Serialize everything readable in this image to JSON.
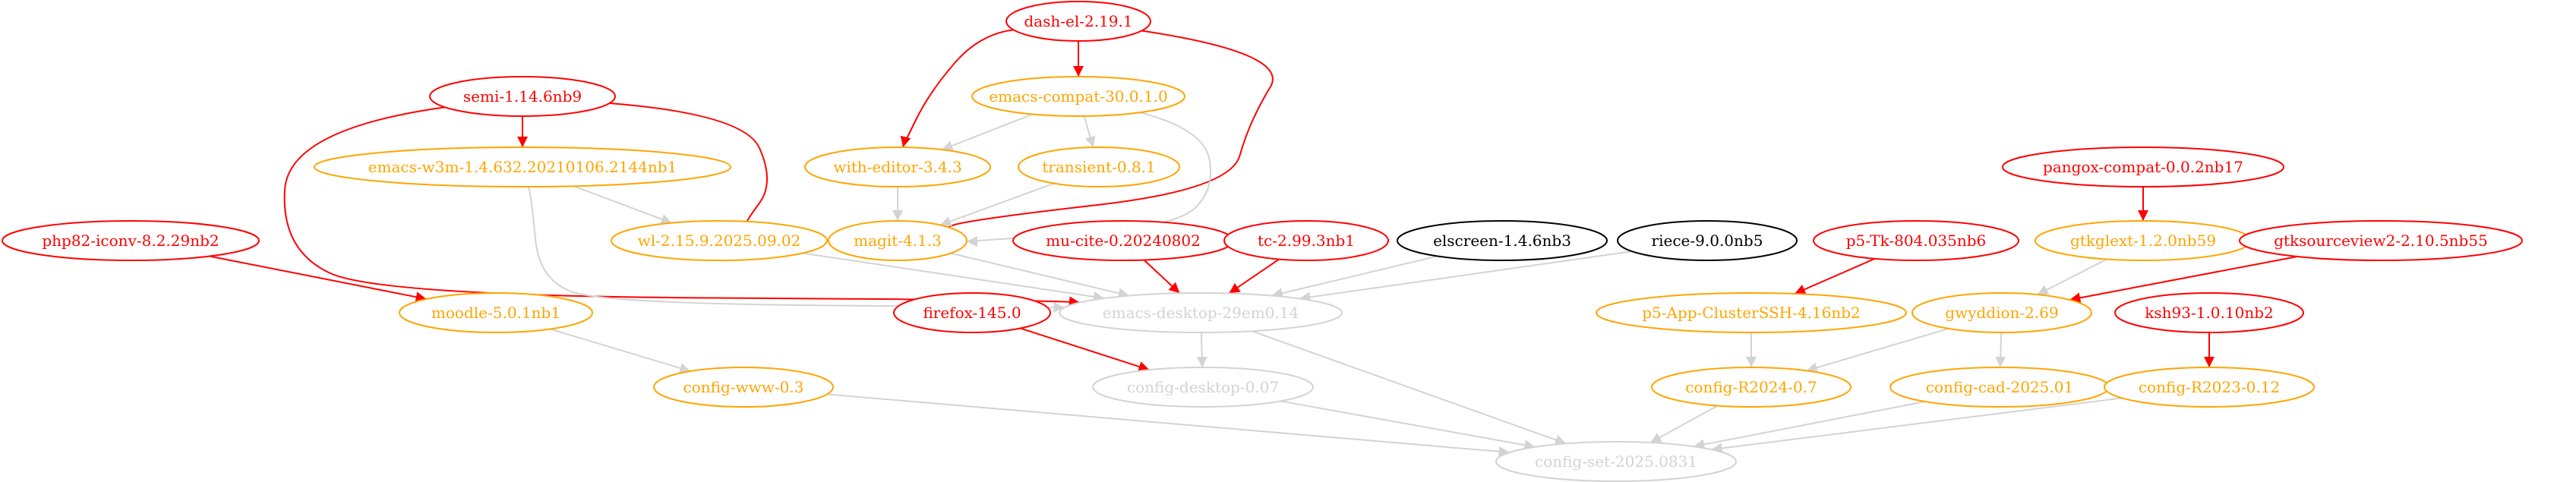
{
  "colors": {
    "red": "#ff0000",
    "orange": "#ffa500",
    "gray": "#d3d3d3",
    "black": "#000000"
  },
  "nodes": [
    {
      "id": "dash-el",
      "label": "dash-el-2.19.1",
      "color": "red"
    },
    {
      "id": "emacs-compat",
      "label": "emacs-compat-30.0.1.0",
      "color": "orange"
    },
    {
      "id": "semi",
      "label": "semi-1.14.6nb9",
      "color": "red"
    },
    {
      "id": "emacs-w3m",
      "label": "emacs-w3m-1.4.632.20210106.2144nb1",
      "color": "orange"
    },
    {
      "id": "with-editor",
      "label": "with-editor-3.4.3",
      "color": "orange"
    },
    {
      "id": "transient",
      "label": "transient-0.8.1",
      "color": "orange"
    },
    {
      "id": "pangox-compat",
      "label": "pangox-compat-0.0.2nb17",
      "color": "red"
    },
    {
      "id": "php82-iconv",
      "label": "php82-iconv-8.2.29nb2",
      "color": "red"
    },
    {
      "id": "wl",
      "label": "wl-2.15.9.2025.09.02",
      "color": "orange"
    },
    {
      "id": "magit",
      "label": "magit-4.1.3",
      "color": "orange"
    },
    {
      "id": "mu-cite",
      "label": "mu-cite-0.20240802",
      "color": "red"
    },
    {
      "id": "tc",
      "label": "tc-2.99.3nb1",
      "color": "red"
    },
    {
      "id": "elscreen",
      "label": "elscreen-1.4.6nb3",
      "color": "black"
    },
    {
      "id": "riece",
      "label": "riece-9.0.0nb5",
      "color": "black"
    },
    {
      "id": "p5-tk",
      "label": "p5-Tk-804.035nb6",
      "color": "red"
    },
    {
      "id": "gtkglext",
      "label": "gtkglext-1.2.0nb59",
      "color": "orange"
    },
    {
      "id": "gtksourceview2",
      "label": "gtksourceview2-2.10.5nb55",
      "color": "red"
    },
    {
      "id": "moodle",
      "label": "moodle-5.0.1nb1",
      "color": "orange"
    },
    {
      "id": "firefox",
      "label": "firefox-145.0",
      "color": "red"
    },
    {
      "id": "emacs-desktop",
      "label": "emacs-desktop-29em0.14",
      "color": "gray"
    },
    {
      "id": "p5-app-clusterssh",
      "label": "p5-App-ClusterSSH-4.16nb2",
      "color": "orange"
    },
    {
      "id": "gwyddion",
      "label": "gwyddion-2.69",
      "color": "orange"
    },
    {
      "id": "ksh93",
      "label": "ksh93-1.0.10nb2",
      "color": "red"
    },
    {
      "id": "config-www",
      "label": "config-www-0.3",
      "color": "orange"
    },
    {
      "id": "config-desktop",
      "label": "config-desktop-0.07",
      "color": "gray"
    },
    {
      "id": "config-r2024",
      "label": "config-R2024-0.7",
      "color": "orange"
    },
    {
      "id": "config-cad",
      "label": "config-cad-2025.01",
      "color": "orange"
    },
    {
      "id": "config-r2023",
      "label": "config-R2023-0.12",
      "color": "orange"
    },
    {
      "id": "config-set",
      "label": "config-set-2025.0831",
      "color": "gray"
    }
  ],
  "edges": [
    {
      "from": "dash-el",
      "to": "emacs-compat",
      "color": "red"
    },
    {
      "from": "dash-el",
      "to": "with-editor",
      "color": "red"
    },
    {
      "from": "dash-el",
      "to": "magit",
      "color": "red"
    },
    {
      "from": "emacs-compat",
      "to": "with-editor",
      "color": "gray"
    },
    {
      "from": "emacs-compat",
      "to": "transient",
      "color": "gray"
    },
    {
      "from": "emacs-compat",
      "to": "magit",
      "color": "gray"
    },
    {
      "from": "semi",
      "to": "emacs-w3m",
      "color": "red"
    },
    {
      "from": "semi",
      "to": "wl",
      "color": "red"
    },
    {
      "from": "semi",
      "to": "emacs-desktop",
      "color": "red"
    },
    {
      "from": "emacs-w3m",
      "to": "wl",
      "color": "gray"
    },
    {
      "from": "emacs-w3m",
      "to": "emacs-desktop",
      "color": "gray"
    },
    {
      "from": "with-editor",
      "to": "magit",
      "color": "gray"
    },
    {
      "from": "transient",
      "to": "magit",
      "color": "gray"
    },
    {
      "from": "wl",
      "to": "emacs-desktop",
      "color": "gray"
    },
    {
      "from": "magit",
      "to": "emacs-desktop",
      "color": "gray"
    },
    {
      "from": "mu-cite",
      "to": "emacs-desktop",
      "color": "red"
    },
    {
      "from": "tc",
      "to": "emacs-desktop",
      "color": "red"
    },
    {
      "from": "elscreen",
      "to": "emacs-desktop",
      "color": "gray"
    },
    {
      "from": "riece",
      "to": "emacs-desktop",
      "color": "gray"
    },
    {
      "from": "php82-iconv",
      "to": "moodle",
      "color": "red"
    },
    {
      "from": "moodle",
      "to": "config-www",
      "color": "gray"
    },
    {
      "from": "firefox",
      "to": "config-desktop",
      "color": "red"
    },
    {
      "from": "emacs-desktop",
      "to": "config-desktop",
      "color": "gray"
    },
    {
      "from": "emacs-desktop",
      "to": "config-set",
      "color": "gray"
    },
    {
      "from": "p5-tk",
      "to": "p5-app-clusterssh",
      "color": "red"
    },
    {
      "from": "pangox-compat",
      "to": "gtkglext",
      "color": "red"
    },
    {
      "from": "gtkglext",
      "to": "gwyddion",
      "color": "gray"
    },
    {
      "from": "gtksourceview2",
      "to": "gwyddion",
      "color": "red"
    },
    {
      "from": "p5-app-clusterssh",
      "to": "config-r2024",
      "color": "gray"
    },
    {
      "from": "gwyddion",
      "to": "config-r2024",
      "color": "gray"
    },
    {
      "from": "gwyddion",
      "to": "config-cad",
      "color": "gray"
    },
    {
      "from": "ksh93",
      "to": "config-r2023",
      "color": "red"
    },
    {
      "from": "config-www",
      "to": "config-set",
      "color": "gray"
    },
    {
      "from": "config-desktop",
      "to": "config-set",
      "color": "gray"
    },
    {
      "from": "config-r2024",
      "to": "config-set",
      "color": "gray"
    },
    {
      "from": "config-cad",
      "to": "config-set",
      "color": "gray"
    },
    {
      "from": "config-r2023",
      "to": "config-set",
      "color": "gray"
    }
  ]
}
